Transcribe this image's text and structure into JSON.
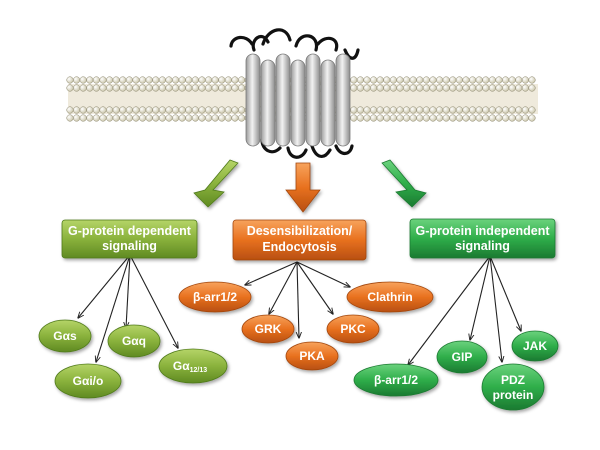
{
  "colors": {
    "green_light": "#8ab23c",
    "green_light_dark": "#5f8a22",
    "orange": "#e8711f",
    "orange_dark": "#b84f10",
    "green_dark": "#2fae4a",
    "green_dark_dark": "#1b7a31",
    "membrane_head": "#f4f0dc",
    "receptor": "#d6d6d6"
  },
  "diagram": {
    "boxes": {
      "left": {
        "line1": "G-protein dependent",
        "line2": "signaling"
      },
      "center": {
        "line1": "Desensibilization/",
        "line2": "Endocytosis"
      },
      "right": {
        "line1": "G-protein independent",
        "line2": "signaling"
      }
    },
    "left_nodes": {
      "gs": "Gαs",
      "gq": "Gαq",
      "gio": "Gαi/o",
      "g1213_base": "Gα",
      "g1213_sub": "12/13"
    },
    "center_nodes": {
      "barr": "β-arr1/2",
      "clathrin": "Clathrin",
      "grk": "GRK",
      "pkc": "PKC",
      "pka": "PKA"
    },
    "right_nodes": {
      "jak": "JAK",
      "gip": "GIP",
      "barr": "β-arr1/2",
      "pdz_line1": "PDZ",
      "pdz_line2": "protein"
    }
  }
}
